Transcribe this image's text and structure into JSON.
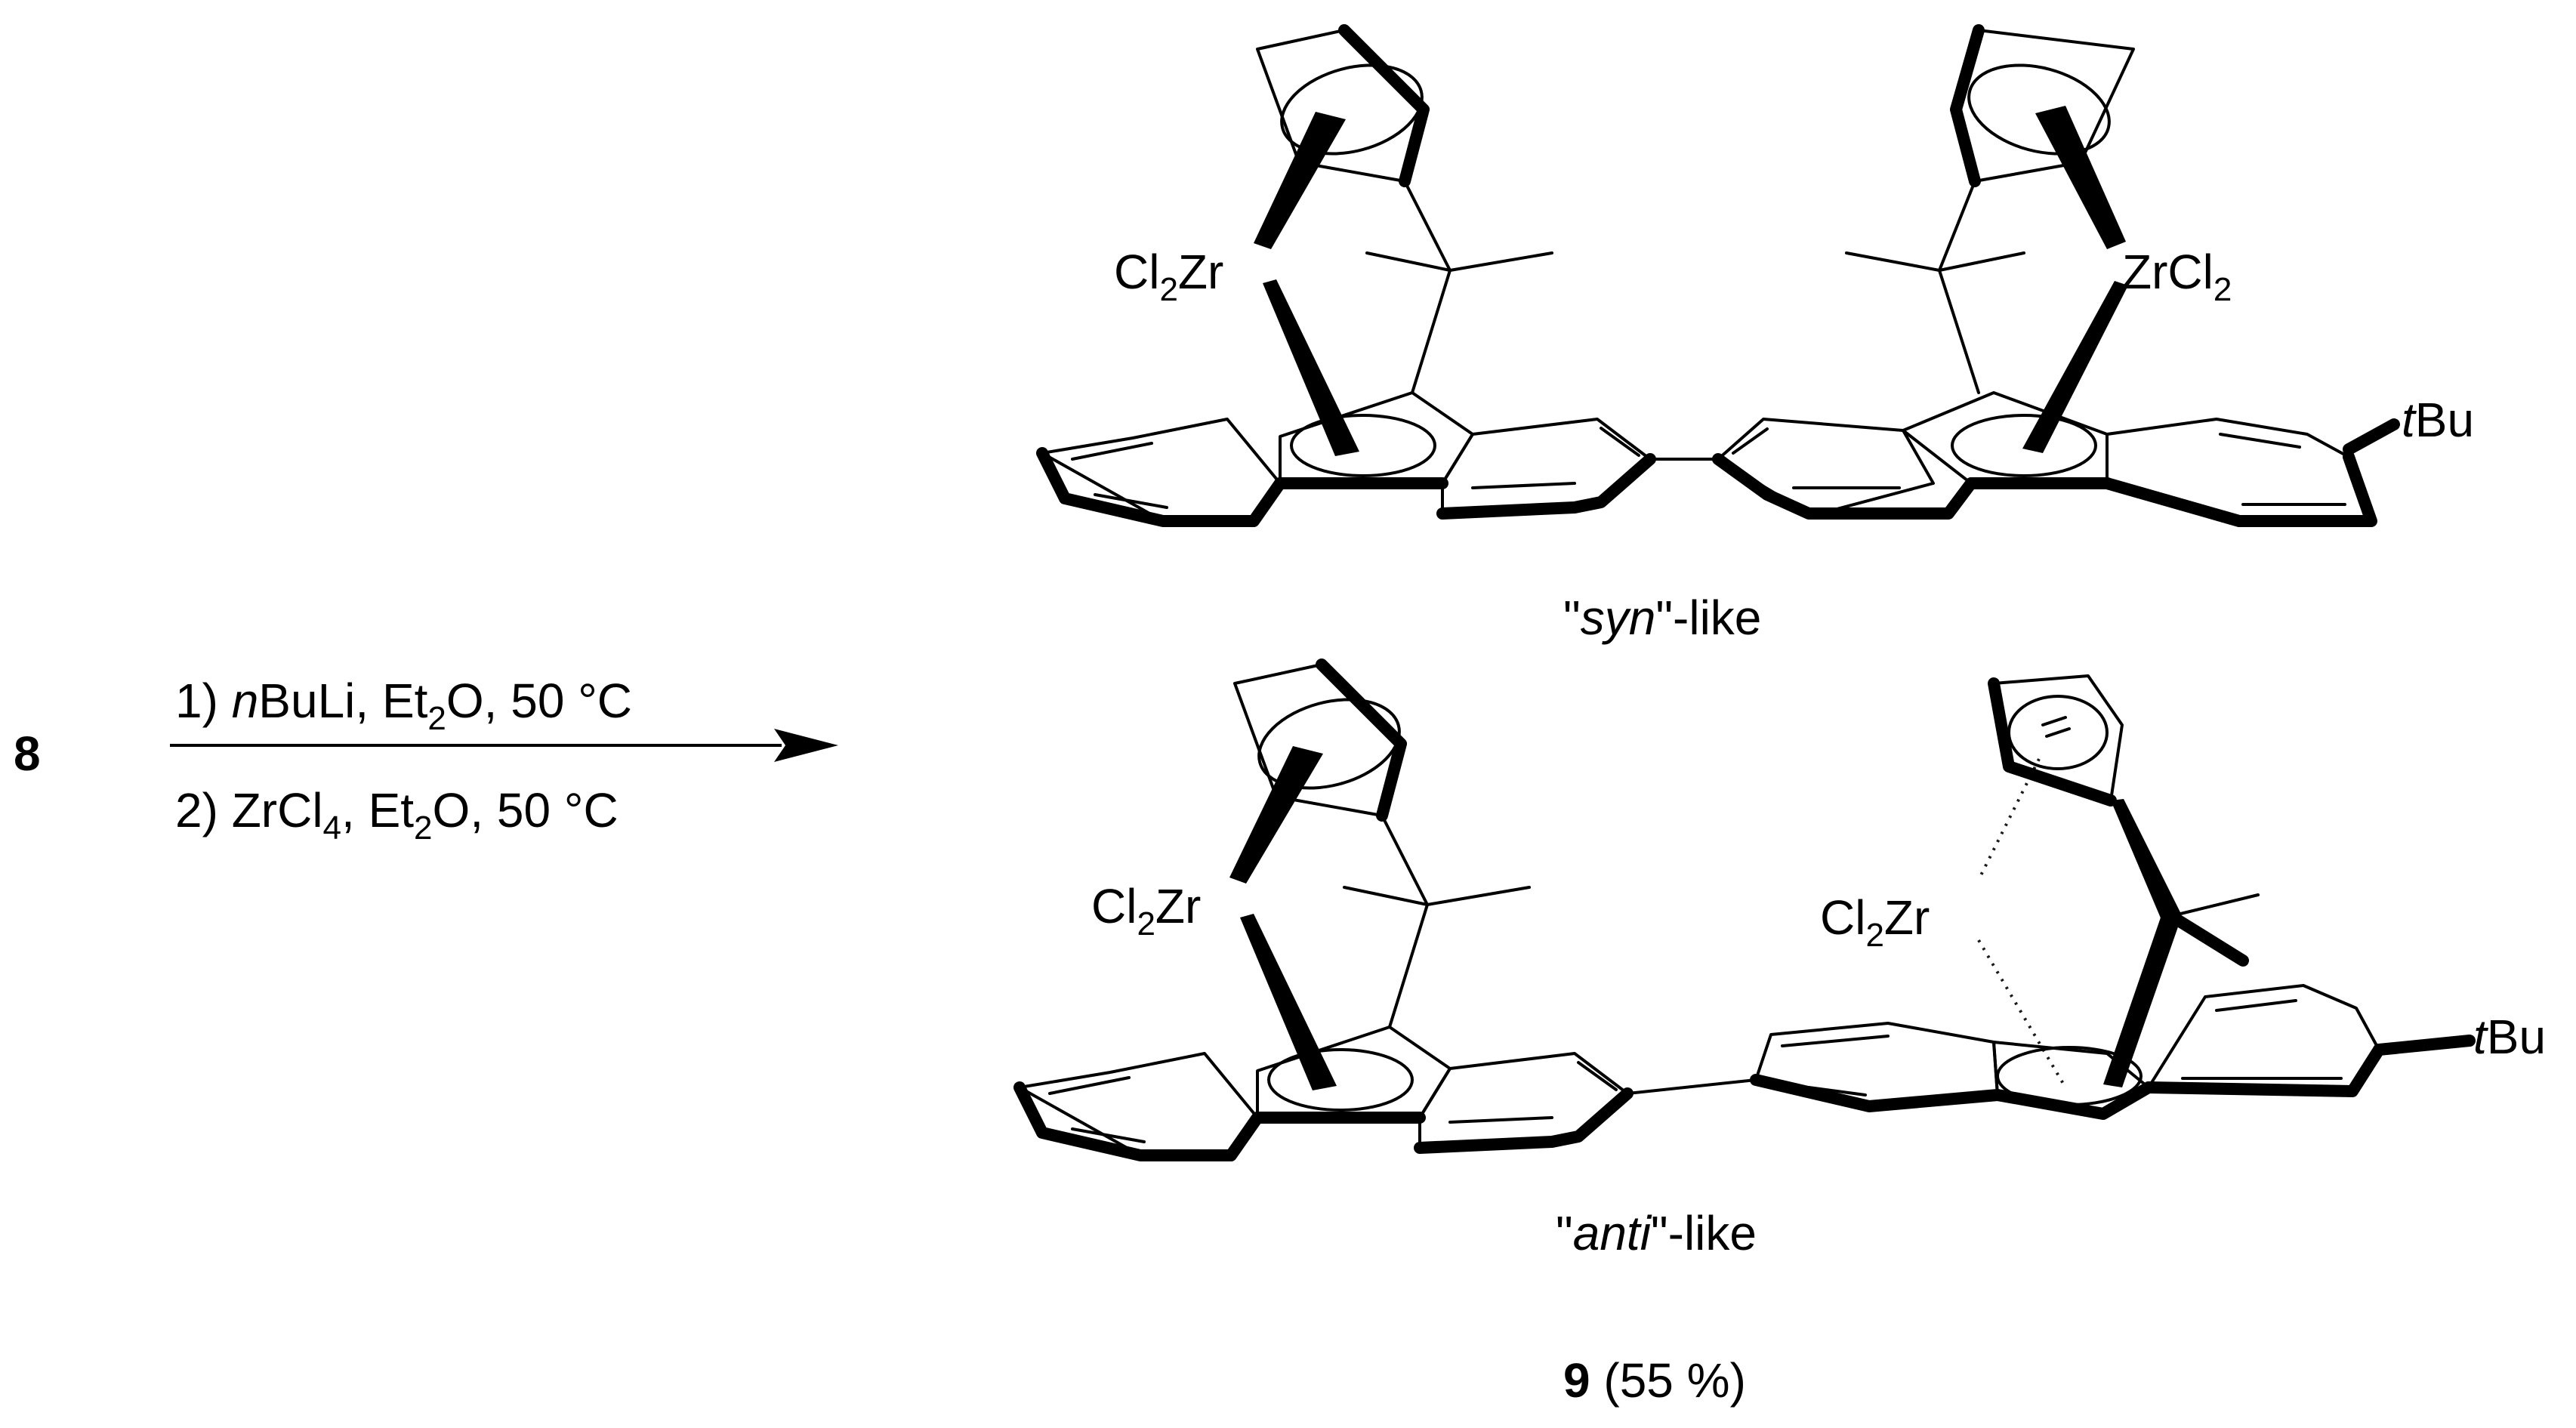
{
  "reactant": {
    "label": "8"
  },
  "conditions": {
    "step1": {
      "num": "1) ",
      "italic": "n",
      "rest_a": "BuLi, Et",
      "sub": "2",
      "rest_b": "O, 50 °C"
    },
    "step2": {
      "num": "2) ZrCl",
      "sub1": "4",
      "rest_a": ", Et",
      "sub2": "2",
      "rest_b": "O, 50 °C"
    }
  },
  "syn_isomer": {
    "metal_left": {
      "main": "Cl",
      "sub": "2",
      "rest": "Zr"
    },
    "metal_right": {
      "main": "ZrCl",
      "sub": "2"
    },
    "tbu": {
      "italic": "t",
      "rest": "Bu"
    },
    "caption": {
      "q1": "\"",
      "italic": "syn",
      "q2": "\"-like"
    }
  },
  "anti_isomer": {
    "metal_left": {
      "main": "Cl",
      "sub": "2",
      "rest": "Zr"
    },
    "metal_right": {
      "main": "Cl",
      "sub": "2",
      "rest": "Zr"
    },
    "tbu": {
      "italic": "t",
      "rest": "Bu"
    },
    "caption": {
      "q1": "\"",
      "italic": "anti",
      "q2": "\"-like"
    }
  },
  "product": {
    "label": "9",
    "yield": " (55 %)"
  }
}
